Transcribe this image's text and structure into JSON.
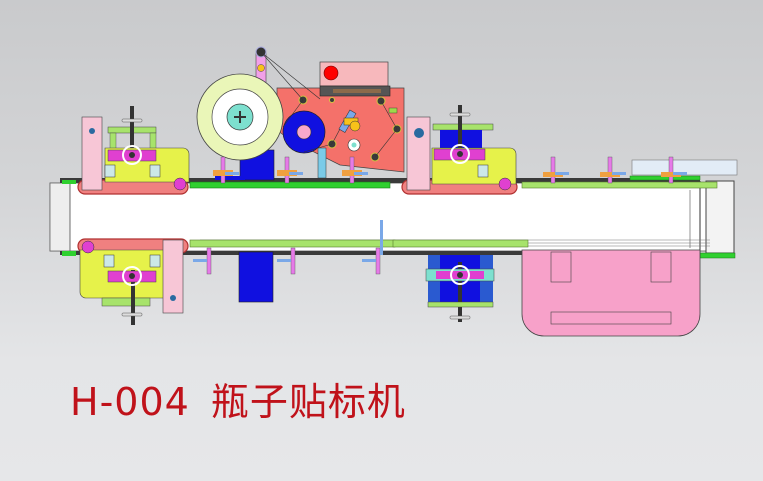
{
  "title": {
    "model": "H-004",
    "name": "瓶子贴标机",
    "color": "#c0121a"
  },
  "diagram": {
    "type": "machine-top-view",
    "subject": "bottle labeling machine",
    "components": [
      {
        "id": "label-roll",
        "label": "label roll",
        "color": "#eaf6b8"
      },
      {
        "id": "labeling-head-plate",
        "label": "labeling head plate",
        "color": "#f4716a"
      },
      {
        "id": "drive-roller",
        "label": "drive roller",
        "color": "#1010e0"
      },
      {
        "id": "control-box",
        "label": "control box",
        "color": "#f7b8bc"
      },
      {
        "id": "indicator-light",
        "label": "red indicator",
        "color": "#ff0000"
      },
      {
        "id": "conveyor-belt",
        "label": "conveyor belt",
        "color": "#ffffff"
      },
      {
        "id": "guide-rail-top",
        "label": "guide rail",
        "color": "#3ddc3d"
      },
      {
        "id": "guide-rail-bottom",
        "label": "guide rail",
        "color": "#a7e36b"
      },
      {
        "id": "clamp-belt-left-top",
        "label": "clamp belt unit",
        "color": "#e6f24a"
      },
      {
        "id": "clamp-belt-left-bottom",
        "label": "clamp belt unit",
        "color": "#e6f24a"
      },
      {
        "id": "clamp-belt-right-top",
        "label": "clamp belt unit",
        "color": "#e6f24a"
      },
      {
        "id": "clamp-belt-right-bottom",
        "label": "clamp belt unit",
        "color": "#7de0cf"
      },
      {
        "id": "motor-housing",
        "label": "motor housing",
        "color": "#f7a1c9"
      },
      {
        "id": "handwheel",
        "label": "adjustment handwheel",
        "color": "#ffffff"
      }
    ],
    "background": "#d6d7d9"
  }
}
